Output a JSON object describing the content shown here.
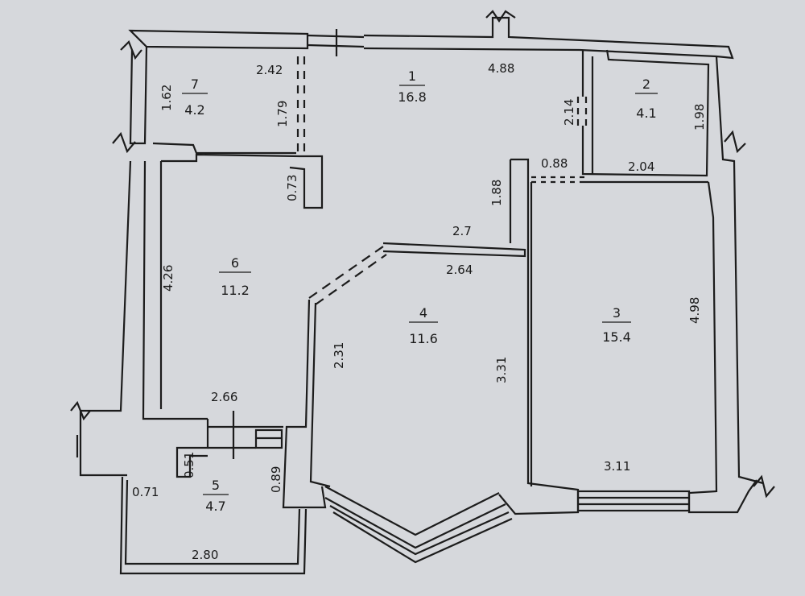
{
  "colors": {
    "background": "#d6d8dc",
    "wall_line": "#1c1c1c",
    "paper": "#dcdde1"
  },
  "rooms": [
    {
      "id": "1",
      "number": "1",
      "area": "16.8"
    },
    {
      "id": "2",
      "number": "2",
      "area": "4.1"
    },
    {
      "id": "3",
      "number": "3",
      "area": "15.4"
    },
    {
      "id": "4",
      "number": "4",
      "area": "11.6"
    },
    {
      "id": "5",
      "number": "5",
      "area": "4.7"
    },
    {
      "id": "6",
      "number": "6",
      "area": "11.2"
    },
    {
      "id": "7",
      "number": "7",
      "area": "4.2"
    }
  ],
  "dimensions": {
    "d_2_42": "2.42",
    "d_4_88": "4.88",
    "d_1_62": "1.62",
    "d_1_79": "1.79",
    "d_2_14": "2.14",
    "d_1_98": "1.98",
    "d_0_88": "0.88",
    "d_2_04": "2.04",
    "d_0_73": "0.73",
    "d_1_88": "1.88",
    "d_2_7": "2.7",
    "d_2_64": "2.64",
    "d_4_26": "4.26",
    "d_4_98": "4.98",
    "d_2_31": "2.31",
    "d_3_31": "3.31",
    "d_2_66": "2.66",
    "d_0_51": "0.51",
    "d_0_71": "0.71",
    "d_0_89": "0.89",
    "d_3_11": "3.11",
    "d_2_80": "2.80"
  }
}
